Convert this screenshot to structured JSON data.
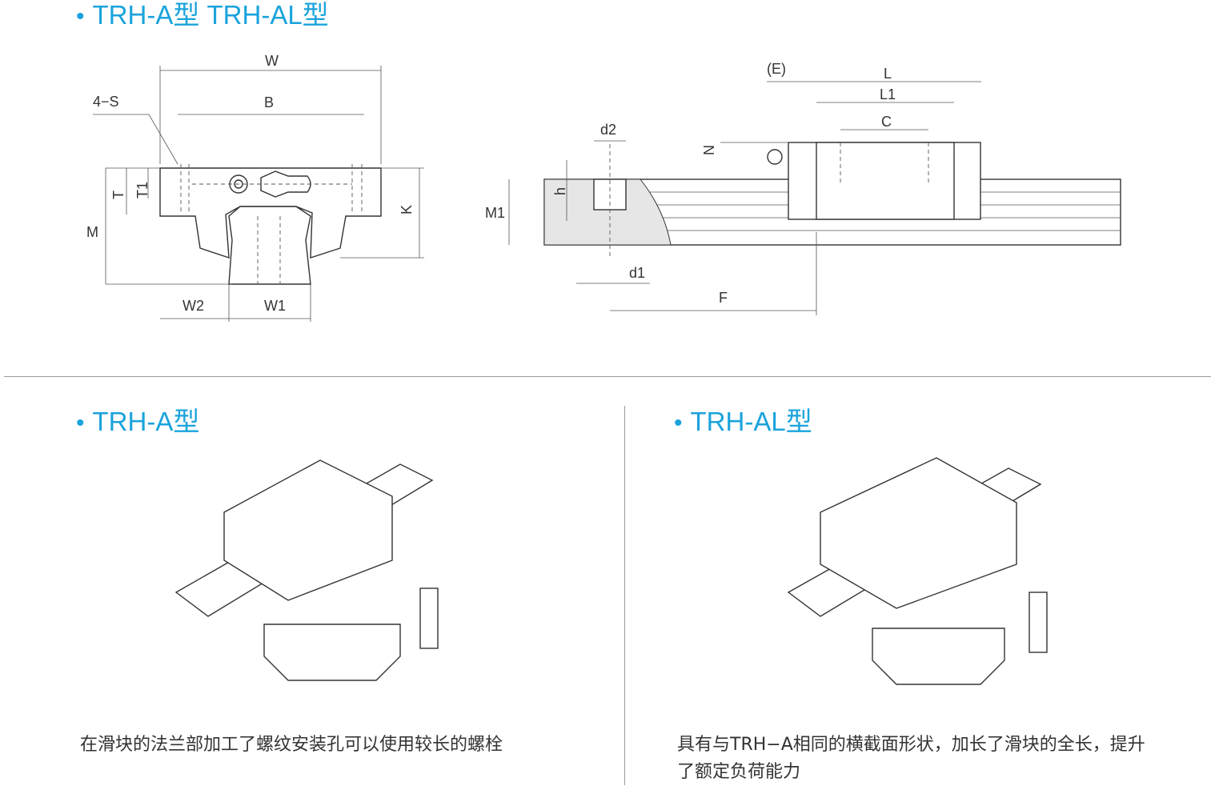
{
  "top_section": {
    "title": "TRH-A型 TRH-AL型",
    "front_view_labels": {
      "W": "W",
      "B": "B",
      "S": "4−S",
      "T": "T",
      "T1": "T1",
      "M": "M",
      "K": "K",
      "W2": "W2",
      "W1": "W1"
    },
    "side_view_labels": {
      "E": "(E)",
      "L": "L",
      "L1": "L1",
      "C": "C",
      "N": "N",
      "d2": "d2",
      "h": "h",
      "M1": "M1",
      "d1": "d1",
      "F": "F"
    }
  },
  "variant_a": {
    "title": "TRH-A型",
    "description": "在滑块的法兰部加工了螺纹安装孔可以使用较长的螺栓"
  },
  "variant_al": {
    "title": "TRH-AL型",
    "description_line1": "具有与TRH−A相同的横截面形状，加长了滑块的全长，提升",
    "description_line2": "了额定负荷能力"
  },
  "colors": {
    "accent": "#1aa3dc",
    "divider": "#9a9a9a"
  }
}
